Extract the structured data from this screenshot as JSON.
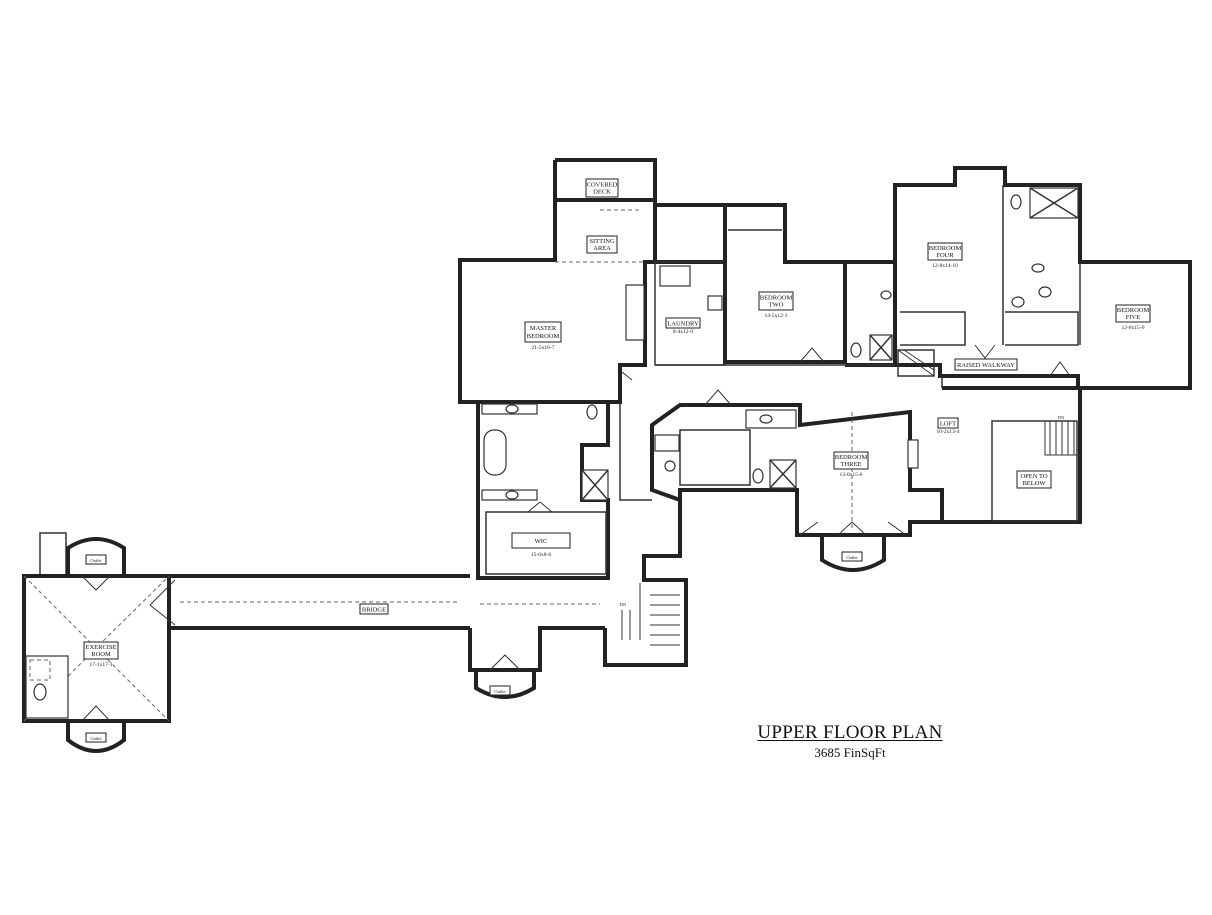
{
  "title": "UPPER FLOOR PLAN",
  "subtitle": "3685 FinSqFt",
  "rooms": {
    "covered_deck": {
      "label_line1": "COVERED",
      "label_line2": "DECK"
    },
    "sitting_area": {
      "label_line1": "SITTING",
      "label_line2": "AREA"
    },
    "master_bedroom": {
      "label_line1": "MASTER",
      "label_line2": "BEDROOM",
      "dims": "21-5x16-7"
    },
    "laundry": {
      "label": "LAUNDRY",
      "dims": "8-4x12-0"
    },
    "bedroom_two": {
      "label_line1": "BEDROOM",
      "label_line2": "TWO",
      "dims": "14-5x12-3"
    },
    "bedroom_four": {
      "label_line1": "BEDROOM",
      "label_line2": "FOUR",
      "dims": "12-8x14-10"
    },
    "bedroom_five": {
      "label_line1": "BEDROOM",
      "label_line2": "FIVE",
      "dims": "12-8x15-0"
    },
    "raised_walkway": {
      "label": "RAISED WALKWAY"
    },
    "loft": {
      "label": "LOFT",
      "dims": "10-2x13-4"
    },
    "open_to_below": {
      "label_line1": "OPEN TO",
      "label_line2": "BELOW"
    },
    "bedroom_three": {
      "label_line1": "BEDROOM",
      "label_line2": "THREE",
      "dims": "13-0x15-6"
    },
    "wic": {
      "label": "WIC",
      "dims": "15-6x8-6"
    },
    "bridge": {
      "label": "BRIDGE"
    },
    "exercise_room": {
      "label_line1": "EXERCISE",
      "label_line2": "ROOM",
      "dims": "17-1x17-1"
    }
  },
  "annotations": {
    "outlet_label": "Outlet",
    "dn_label": "DN"
  }
}
